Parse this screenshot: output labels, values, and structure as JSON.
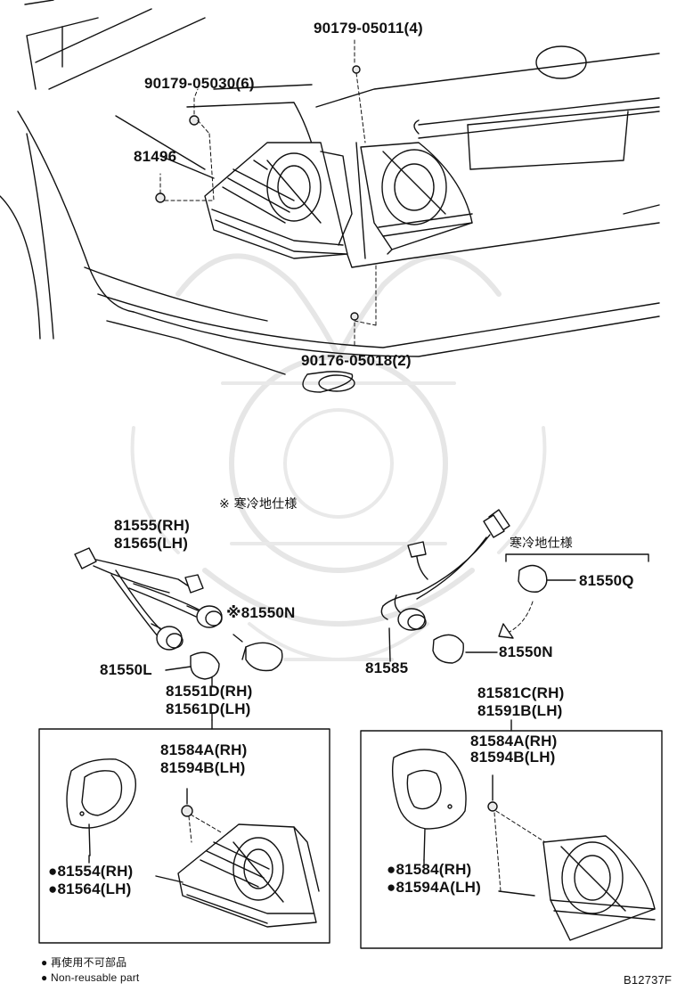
{
  "callouts": {
    "c_90179_05011": "90179-05011(4)",
    "c_90179_05030": "90179-05030(6)",
    "c_81496": "81496",
    "c_90176_05018": "90176-05018(2)",
    "cold_note_left": "※ 寒冷地仕様",
    "c_81555": "81555(RH)",
    "c_81565": "81565(LH)",
    "c_81550n_left": "※81550N",
    "c_81550l": "81550L",
    "c_81551d": "81551D(RH)",
    "c_81561d": "81561D(LH)",
    "c_81584a_left": "81584A(RH)",
    "c_81594b_left": "81594B(LH)",
    "c_81554": "●81554(RH)",
    "c_81564": "●81564(LH)",
    "cold_note_right": "寒冷地仕様",
    "c_81550q": "81550Q",
    "c_81585": "81585",
    "c_81550n_right": "81550N",
    "c_81581c": "81581C(RH)",
    "c_81591b": "81591B(LH)",
    "c_81584a_right": "81584A(RH)",
    "c_81594b_right": "81594B(LH)",
    "c_81584": "●81584(RH)",
    "c_81594a": "●81594A(LH)"
  },
  "legend": {
    "jp": "● 再使用不可部品",
    "en": "● Non-reusable part"
  },
  "diagram_code": "B12737F"
}
